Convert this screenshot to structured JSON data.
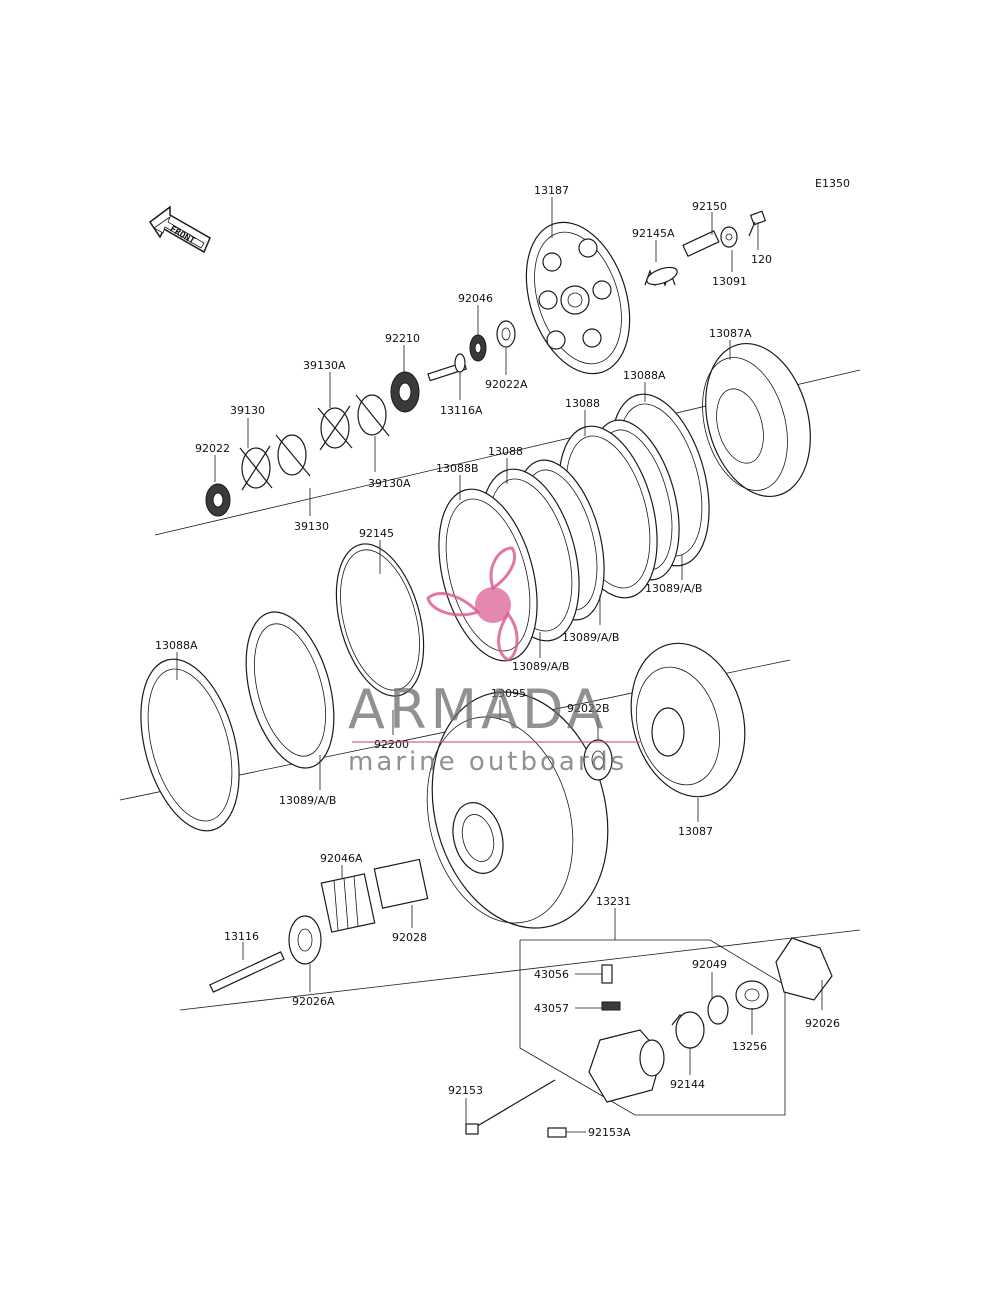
{
  "diagram": {
    "reference_code": "E1350",
    "front_badge": "FRONT",
    "watermark": {
      "brand": "ARMADA",
      "tagline": "marine outboards",
      "accent_color": "#d8558e"
    },
    "labels": [
      {
        "id": "l13187",
        "text": "13187"
      },
      {
        "id": "l92150",
        "text": "92150"
      },
      {
        "id": "l92145A",
        "text": "92145A"
      },
      {
        "id": "l120",
        "text": "120"
      },
      {
        "id": "l13091",
        "text": "13091"
      },
      {
        "id": "l92046",
        "text": "92046"
      },
      {
        "id": "l92210",
        "text": "92210"
      },
      {
        "id": "l92022A",
        "text": "92022A"
      },
      {
        "id": "l13116A",
        "text": "13116A"
      },
      {
        "id": "l39130A_top",
        "text": "39130A"
      },
      {
        "id": "l39130_top",
        "text": "39130"
      },
      {
        "id": "l92022",
        "text": "92022"
      },
      {
        "id": "l39130A_bot",
        "text": "39130A"
      },
      {
        "id": "l39130_bot",
        "text": "39130"
      },
      {
        "id": "l13087A",
        "text": "13087A"
      },
      {
        "id": "l13088A_top",
        "text": "13088A"
      },
      {
        "id": "l13088_a",
        "text": "13088"
      },
      {
        "id": "l13088_b",
        "text": "13088"
      },
      {
        "id": "l13088B",
        "text": "13088B"
      },
      {
        "id": "l92145",
        "text": "92145"
      },
      {
        "id": "l13089_r",
        "text": "13089/A/B"
      },
      {
        "id": "l13089_m",
        "text": "13089/A/B"
      },
      {
        "id": "l13089_c",
        "text": "13089/A/B"
      },
      {
        "id": "l13088A_left",
        "text": "13088A"
      },
      {
        "id": "l13095",
        "text": "13095"
      },
      {
        "id": "l92022B",
        "text": "92022B"
      },
      {
        "id": "l92200",
        "text": "92200"
      },
      {
        "id": "l13089_l",
        "text": "13089/A/B"
      },
      {
        "id": "l13087",
        "text": "13087"
      },
      {
        "id": "l92046A",
        "text": "92046A"
      },
      {
        "id": "l13231",
        "text": "13231"
      },
      {
        "id": "l13116",
        "text": "13116"
      },
      {
        "id": "l92028",
        "text": "92028"
      },
      {
        "id": "l92026A",
        "text": "92026A"
      },
      {
        "id": "l43056",
        "text": "43056"
      },
      {
        "id": "l92049",
        "text": "92049"
      },
      {
        "id": "l43057",
        "text": "43057"
      },
      {
        "id": "l13256",
        "text": "13256"
      },
      {
        "id": "l92026",
        "text": "92026"
      },
      {
        "id": "l92144",
        "text": "92144"
      },
      {
        "id": "l92153",
        "text": "92153"
      },
      {
        "id": "l92153A",
        "text": "92153A"
      }
    ]
  }
}
